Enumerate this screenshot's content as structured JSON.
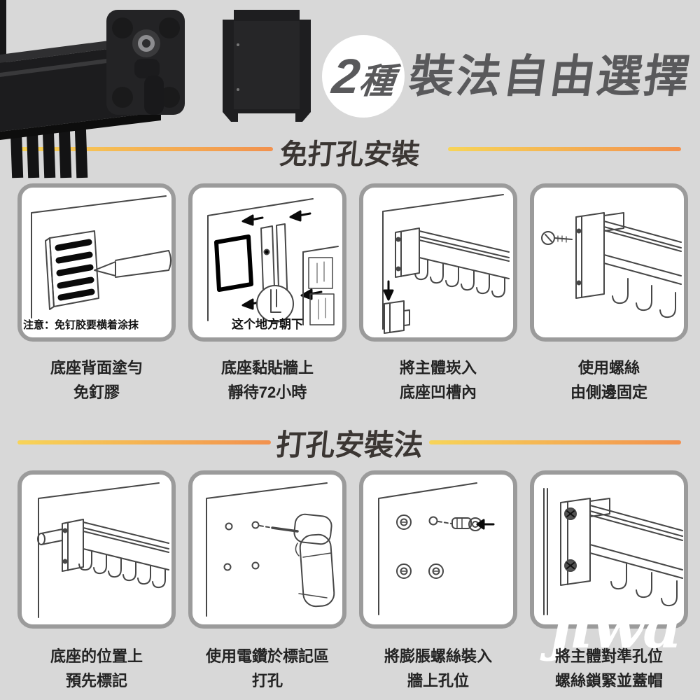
{
  "header": {
    "badge_num": "2",
    "badge_unit": "種",
    "title": "裝法自由選擇"
  },
  "sections": [
    {
      "title": "免打孔安裝",
      "steps": [
        {
          "illustration": "apply-glue-on-base-back",
          "note": "注意：免钉胶要横着涂抹",
          "caption1": "底座背面塗勻",
          "caption2": "免釘膠"
        },
        {
          "illustration": "stick-base-on-wall",
          "note": "这个地方朝下",
          "caption1": "底座黏貼牆上",
          "caption2": "靜待72小時"
        },
        {
          "illustration": "insert-body-into-base",
          "caption1": "將主體崁入",
          "caption2": "底座凹槽內"
        },
        {
          "illustration": "fix-with-side-screw",
          "caption1": "使用螺絲",
          "caption2": "由側邊固定"
        }
      ]
    },
    {
      "title": "打孔安裝法",
      "steps": [
        {
          "illustration": "pre-mark-base-position",
          "caption1": "底座的位置上",
          "caption2": "預先標記"
        },
        {
          "illustration": "drill-marked-area",
          "caption1": "使用電鑽於標記區",
          "caption2": "打孔"
        },
        {
          "illustration": "insert-expansion-anchors",
          "caption1": "將膨脹螺絲裝入",
          "caption2": "牆上孔位"
        },
        {
          "illustration": "align-body-lock-screws",
          "caption1": "將主體對準孔位",
          "caption2": "螺絲鎖緊並蓋帽"
        }
      ]
    }
  ],
  "watermark": "jiwa",
  "colors": {
    "background": "#d8d8d8",
    "accent_line_start": "#f7d458",
    "accent_line_end": "#f2914e",
    "box_border": "#9b9b9b",
    "title_text": "#59595b",
    "section_text": "#3b3633",
    "caption_text": "#232323",
    "product_black": "#1c1c1e",
    "watermark_white": "#ffffff"
  }
}
